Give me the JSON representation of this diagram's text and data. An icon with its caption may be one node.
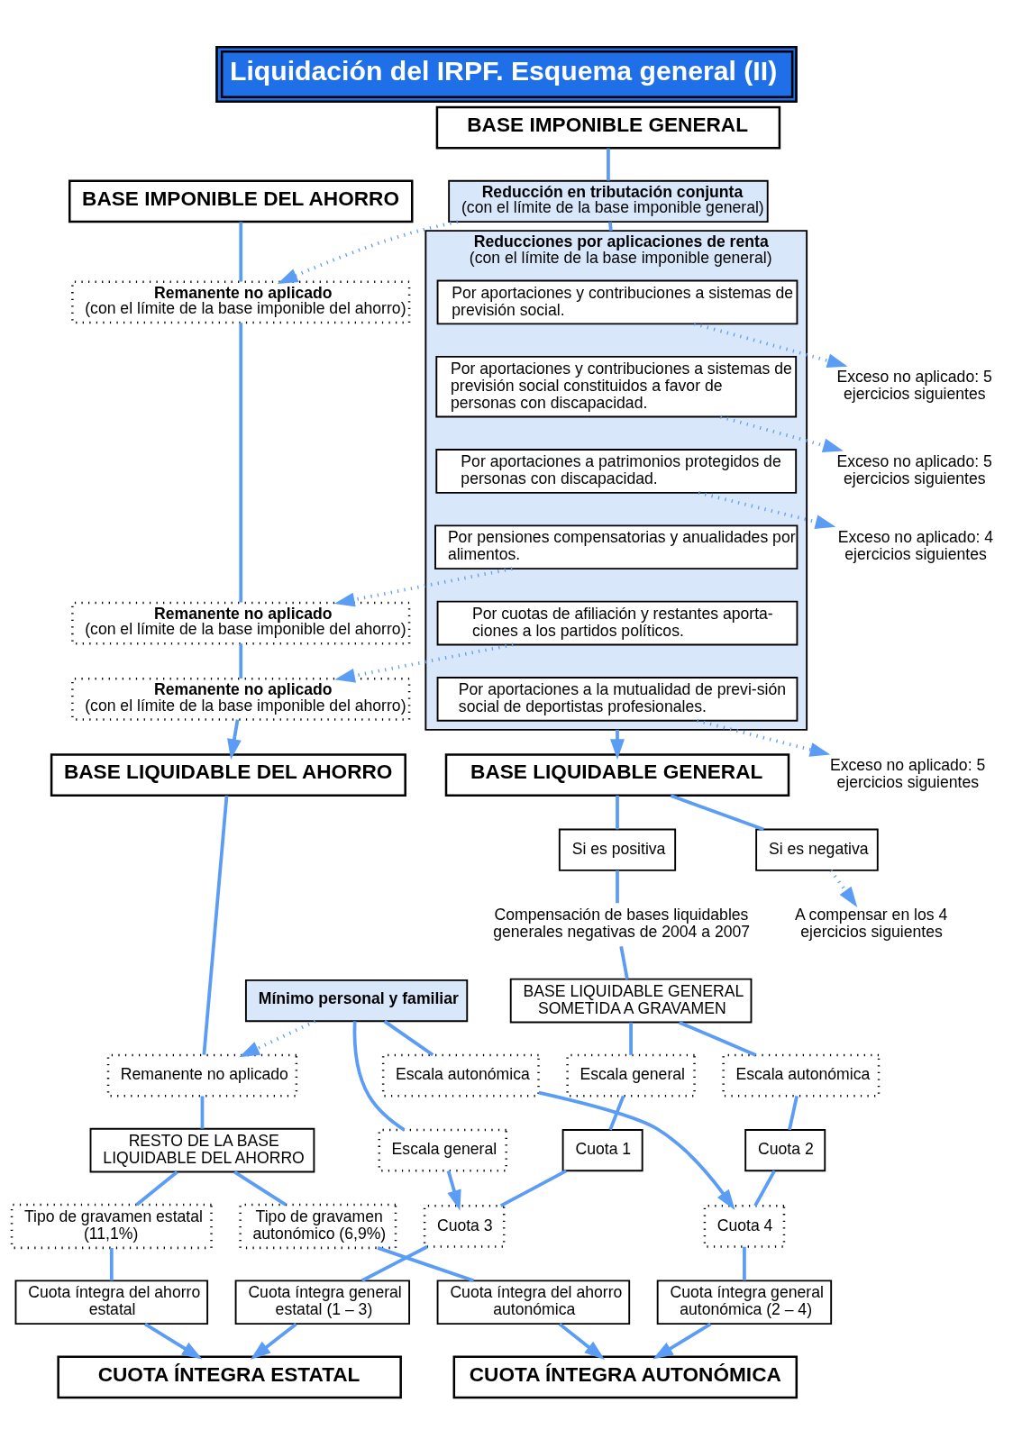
{
  "diagram": {
    "title": "Liquidación del IRPF. Esquema general (II)",
    "nodes": [
      {
        "text": [
          "BASE IMPONIBLE GENERAL"
        ]
      },
      {
        "text": [
          "BASE IMPONIBLE DEL AHORRO"
        ]
      },
      {
        "text": [
          "Reducción en tributación conjunta",
          "(con el límite de la base imponible general)"
        ]
      },
      {
        "text": [
          "Remanente no aplicado",
          "(con el límite de la base imponible del ahorro)"
        ]
      },
      {
        "text": [
          "Reducciones por aplicaciones de renta",
          "(con el límite de la base imponible general)"
        ]
      },
      {
        "text": [
          "Por aportaciones y contribuciones a sistemas de previsión social."
        ],
        "in": 4
      },
      {
        "text": [
          "Por aportaciones y contribuciones a sistemas de previsión social constituidos a favor de personas con discapacidad."
        ],
        "in": 4
      },
      {
        "text": [
          "Por aportaciones a patrimonios protegidos de personas con discapacidad."
        ],
        "in": 4
      },
      {
        "text": [
          "Por pensiones compensatorias y anualidades por alimentos."
        ],
        "in": 4
      },
      {
        "text": [
          "Por cuotas de afiliación y restantes aporta-ciones a los partidos políticos."
        ],
        "in": 4
      },
      {
        "text": [
          "Por aportaciones a la mutualidad de previ-sión social de deportistas profesionales."
        ],
        "in": 4
      },
      {
        "text": [
          "Exceso no aplicado: 5 ejercicios siguientes"
        ]
      },
      {
        "text": [
          "Exceso no aplicado: 5 ejercicios siguientes"
        ]
      },
      {
        "text": [
          "Exceso no aplicado: 4 ejercicios siguientes"
        ]
      },
      {
        "text": [
          "Remanente no aplicado",
          "(con el límite de la base imponible del ahorro)"
        ]
      },
      {
        "text": [
          "Remanente no aplicado",
          "(con el límite de la base imponible del ahorro)"
        ]
      },
      {
        "text": [
          "Exceso no aplicado: 5 ejercicios siguientes"
        ]
      },
      {
        "text": [
          "BASE LIQUIDABLE GENERAL"
        ]
      },
      {
        "text": [
          "BASE LIQUIDABLE DEL AHORRO"
        ]
      },
      {
        "text": [
          "Si es positiva"
        ]
      },
      {
        "text": [
          "Si es negativa"
        ]
      },
      {
        "text": [
          "Compensación de bases liquidables generales negativas de 2004 a 2007"
        ]
      },
      {
        "text": [
          "A compensar en los 4 ejercicios siguientes"
        ]
      },
      {
        "text": [
          "BASE LIQUIDABLE GENERAL SOMETIDA A GRAVAMEN"
        ]
      },
      {
        "text": [
          "Escala general"
        ]
      },
      {
        "text": [
          "Escala autonómica"
        ]
      },
      {
        "text": [
          "Mínimo personal y familiar"
        ]
      },
      {
        "text": [
          "Remanente no aplicado"
        ]
      },
      {
        "text": [
          "Cuota 1"
        ]
      },
      {
        "text": [
          "Cuota 2"
        ]
      },
      {
        "text": [
          "Escala general"
        ]
      },
      {
        "text": [
          "Escala autonómica"
        ]
      },
      {
        "text": [
          "RESTO DE LA BASE LIQUIDABLE DEL AHORRO"
        ]
      },
      {
        "text": [
          "Cuota 3"
        ]
      },
      {
        "text": [
          "Cuota 4"
        ]
      },
      {
        "text": [
          "Tipo de gravamen estatal (11,1%)"
        ]
      },
      {
        "text": [
          "Tipo de gravamen autonómico (6,9%)"
        ]
      },
      {
        "text": [
          "Cuota íntegra general estatal (1 – 3)"
        ]
      },
      {
        "text": [
          "Cuota íntegra general autonómica (2 – 4)"
        ]
      },
      {
        "text": [
          "Cuota íntegra del ahorro estatal"
        ]
      },
      {
        "text": [
          "Cuota íntegra del ahorro autonómica"
        ]
      },
      {
        "text": [
          "CUOTA ÍNTEGRA ESTATAL"
        ]
      },
      {
        "text": [
          "CUOTA ÍNTEGRA AUTONÓMICA"
        ]
      }
    ],
    "edges": [
      {
        "from": 0,
        "to": 2,
        "arrow": "none"
      },
      {
        "from": 2,
        "to": 4,
        "arrow": "none"
      },
      {
        "from": 2,
        "to": 3,
        "arrow": "to",
        "style": "dashed"
      },
      {
        "from": 1,
        "to": 3,
        "arrow": "none"
      },
      {
        "from": 3,
        "to": 14,
        "arrow": "none"
      },
      {
        "from": 14,
        "to": 15,
        "arrow": "none"
      },
      {
        "from": 15,
        "to": 18,
        "arrow": "to"
      },
      {
        "from": 5,
        "to": 11,
        "arrow": "to",
        "style": "dashed"
      },
      {
        "from": 6,
        "to": 12,
        "arrow": "to",
        "style": "dashed"
      },
      {
        "from": 7,
        "to": 13,
        "arrow": "to",
        "style": "dashed"
      },
      {
        "from": 8,
        "to": 14,
        "arrow": "to",
        "style": "dashed"
      },
      {
        "from": 9,
        "to": 15,
        "arrow": "to",
        "style": "dashed"
      },
      {
        "from": 10,
        "to": 16,
        "arrow": "to",
        "style": "dashed"
      },
      {
        "from": 4,
        "to": 17,
        "arrow": "to"
      },
      {
        "from": 17,
        "to": 19,
        "arrow": "none"
      },
      {
        "from": 17,
        "to": 20,
        "arrow": "none"
      },
      {
        "from": 19,
        "to": 21,
        "arrow": "none"
      },
      {
        "from": 20,
        "to": 22,
        "arrow": "to",
        "style": "dashed"
      },
      {
        "from": 21,
        "to": 23,
        "arrow": "none"
      },
      {
        "from": 23,
        "to": 24,
        "arrow": "none"
      },
      {
        "from": 23,
        "to": 25,
        "arrow": "none"
      },
      {
        "from": 26,
        "to": 27,
        "arrow": "to",
        "style": "dashed"
      },
      {
        "from": 18,
        "to": 27,
        "arrow": "none"
      },
      {
        "from": 24,
        "to": 28,
        "arrow": "none"
      },
      {
        "from": 25,
        "to": 29,
        "arrow": "none"
      },
      {
        "from": 26,
        "to": 30,
        "arrow": "none"
      },
      {
        "from": 26,
        "to": 31,
        "arrow": "none"
      },
      {
        "from": 27,
        "to": 32,
        "arrow": "none"
      },
      {
        "from": 28,
        "to": 33,
        "arrow": "none"
      },
      {
        "from": 30,
        "to": 33,
        "arrow": "to"
      },
      {
        "from": 29,
        "to": 34,
        "arrow": "none"
      },
      {
        "from": 31,
        "to": 34,
        "arrow": "to"
      },
      {
        "from": 32,
        "to": 35,
        "arrow": "none"
      },
      {
        "from": 32,
        "to": 36,
        "arrow": "none"
      },
      {
        "from": 33,
        "to": 37,
        "arrow": "none"
      },
      {
        "from": 34,
        "to": 38,
        "arrow": "none"
      },
      {
        "from": 35,
        "to": 39,
        "arrow": "none"
      },
      {
        "from": 36,
        "to": 40,
        "arrow": "none"
      },
      {
        "from": 37,
        "to": 41,
        "arrow": "to"
      },
      {
        "from": 39,
        "to": 41,
        "arrow": "to"
      },
      {
        "from": 38,
        "to": 42,
        "arrow": "to"
      },
      {
        "from": 40,
        "to": 42,
        "arrow": "to"
      }
    ]
  }
}
